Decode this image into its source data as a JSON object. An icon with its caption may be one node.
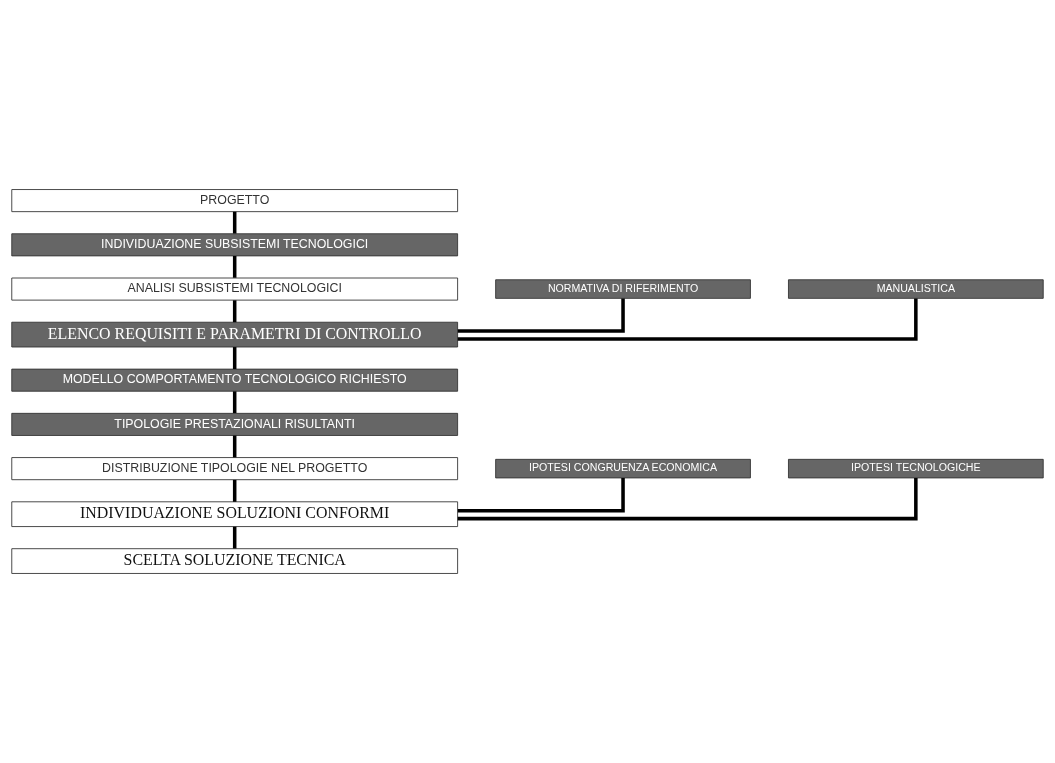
{
  "diagram": {
    "nodes": [
      {
        "text": [
          "PROGETTO"
        ]
      },
      {
        "text": [
          "INDIVIDUAZIONE SUBSISTEMI TECNOLOGICI"
        ]
      },
      {
        "text": [
          "ANALISI SUBSISTEMI TECNOLOGICI"
        ]
      },
      {
        "text": [
          "NORMATIVA DI RIFERIMENTO"
        ]
      },
      {
        "text": [
          "MANUALISTICA"
        ]
      },
      {
        "text": [
          "ELENCO REQUISITI E PARAMETRI DI CONTROLLO"
        ]
      },
      {
        "text": [
          "MODELLO COMPORTAMENTO TECNOLOGICO RICHIESTO"
        ]
      },
      {
        "text": [
          "TIPOLOGIE PRESTAZIONALI RISULTANTI"
        ]
      },
      {
        "text": [
          "DISTRIBUZIONE TIPOLOGIE NEL PROGETTO"
        ]
      },
      {
        "text": [
          "IPOTESI CONGRUENZA ECONOMICA"
        ]
      },
      {
        "text": [
          "IPOTESI TECNOLOGICHE"
        ]
      },
      {
        "text": [
          "INDIVIDUAZIONE SOLUZIONI CONFORMI"
        ]
      },
      {
        "text": [
          "SCELTA SOLUZIONE TECNICA"
        ]
      }
    ],
    "edges": [
      {
        "from": 0,
        "to": 1,
        "arrow": "none"
      },
      {
        "from": 1,
        "to": 2,
        "arrow": "none"
      },
      {
        "from": 2,
        "to": 5,
        "arrow": "none"
      },
      {
        "from": 3,
        "to": 5,
        "arrow": "none"
      },
      {
        "from": 4,
        "to": 5,
        "arrow": "none"
      },
      {
        "from": 5,
        "to": 6,
        "arrow": "none"
      },
      {
        "from": 6,
        "to": 7,
        "arrow": "none"
      },
      {
        "from": 7,
        "to": 8,
        "arrow": "none"
      },
      {
        "from": 8,
        "to": 11,
        "arrow": "none"
      },
      {
        "from": 9,
        "to": 11,
        "arrow": "none"
      },
      {
        "from": 10,
        "to": 11,
        "arrow": "none"
      },
      {
        "from": 11,
        "to": 12,
        "arrow": "none"
      }
    ]
  }
}
